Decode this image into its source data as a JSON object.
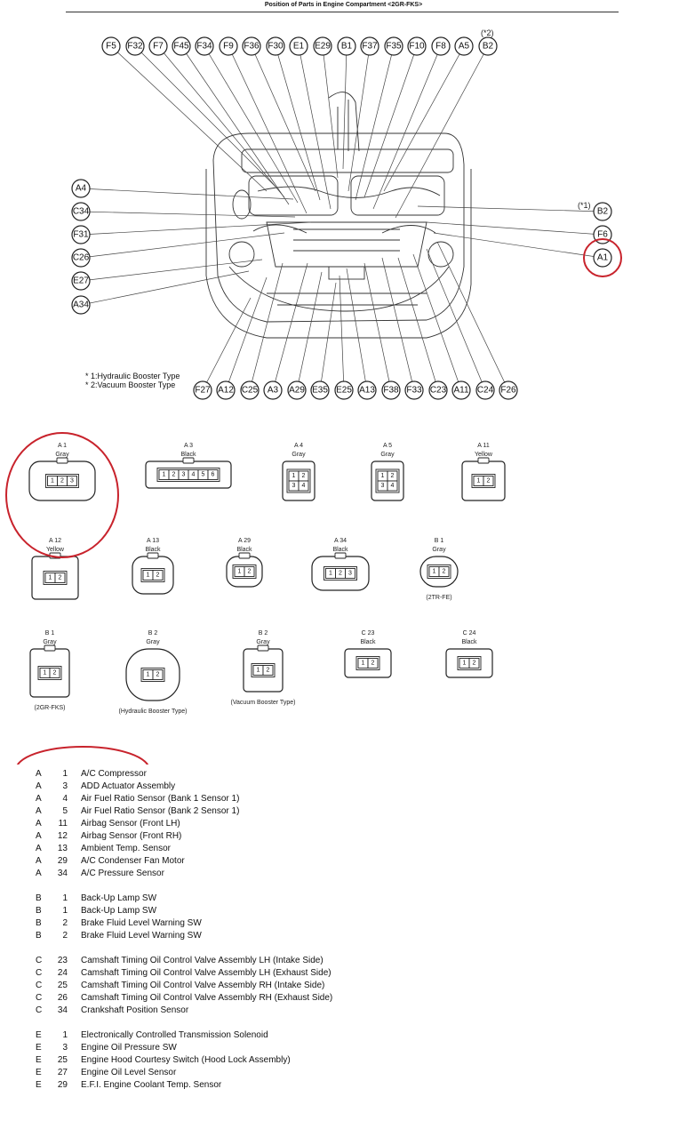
{
  "title": "Position of Parts in Engine Compartment <2GR-FKS>",
  "top_labels": [
    "F5",
    "F32",
    "F7",
    "F45",
    "F34",
    "F9",
    "F36",
    "F30",
    "E1",
    "E29",
    "B1",
    "F37",
    "F35",
    "F10",
    "F8",
    "A5",
    "B2"
  ],
  "top_label_note": "(*2)",
  "left_labels": [
    "A4",
    "C34",
    "F31",
    "C26",
    "E27",
    "A34"
  ],
  "right_labels": [
    "B2",
    "F6",
    "A1"
  ],
  "right_label_note": "(*1)",
  "bottom_labels": [
    "F27",
    "A12",
    "C25",
    "A3",
    "A29",
    "E35",
    "E25",
    "A13",
    "F38",
    "F33",
    "C23",
    "A11",
    "C24",
    "F26"
  ],
  "notes": [
    "* 1:Hydraulic Booster Type",
    "* 2:Vacuum Booster Type"
  ],
  "connectors": [
    {
      "code": "A 1",
      "color": "Gray",
      "pins": [
        "1",
        "2",
        "3"
      ],
      "note": ""
    },
    {
      "code": "A 3",
      "color": "Black",
      "pins": [
        "1",
        "2",
        "3",
        "4",
        "5",
        "6"
      ],
      "note": ""
    },
    {
      "code": "A 4",
      "color": "Gray",
      "pins": [
        "1",
        "2",
        "3",
        "4"
      ],
      "note": ""
    },
    {
      "code": "A 5",
      "color": "Gray",
      "pins": [
        "1",
        "2",
        "3",
        "4"
      ],
      "note": ""
    },
    {
      "code": "A 11",
      "color": "Yellow",
      "pins": [
        "1",
        "2"
      ],
      "note": ""
    },
    {
      "code": "A 12",
      "color": "Yellow",
      "pins": [
        "1",
        "2"
      ],
      "note": ""
    },
    {
      "code": "A 13",
      "color": "Black",
      "pins": [
        "1",
        "2"
      ],
      "note": ""
    },
    {
      "code": "A 29",
      "color": "Black",
      "pins": [
        "1",
        "2"
      ],
      "note": ""
    },
    {
      "code": "A 34",
      "color": "Black",
      "pins": [
        "1",
        "2",
        "3"
      ],
      "note": ""
    },
    {
      "code": "B 1",
      "color": "Gray",
      "pins": [
        "1",
        "2"
      ],
      "note": "(2TR-FE)"
    },
    {
      "code": "B 1",
      "color": "Gray",
      "pins": [
        "1",
        "2"
      ],
      "note": "(2GR-FKS)"
    },
    {
      "code": "B 2",
      "color": "Gray",
      "pins": [
        "1",
        "2"
      ],
      "note": "(Hydraulic Booster Type)"
    },
    {
      "code": "B 2",
      "color": "Gray",
      "pins": [
        "1",
        "2"
      ],
      "note": "(Vacuum Booster Type)"
    },
    {
      "code": "C 23",
      "color": "Black",
      "pins": [
        "1",
        "2"
      ],
      "note": ""
    },
    {
      "code": "C 24",
      "color": "Black",
      "pins": [
        "1",
        "2"
      ],
      "note": ""
    }
  ],
  "legend": [
    [
      {
        "letter": "A",
        "num": "1",
        "name": "A/C Compressor"
      },
      {
        "letter": "A",
        "num": "3",
        "name": "ADD Actuator Assembly"
      },
      {
        "letter": "A",
        "num": "4",
        "name": "Air Fuel Ratio Sensor (Bank 1 Sensor 1)"
      },
      {
        "letter": "A",
        "num": "5",
        "name": "Air Fuel Ratio Sensor (Bank 2 Sensor 1)"
      },
      {
        "letter": "A",
        "num": "11",
        "name": "Airbag Sensor (Front LH)"
      },
      {
        "letter": "A",
        "num": "12",
        "name": "Airbag Sensor (Front RH)"
      },
      {
        "letter": "A",
        "num": "13",
        "name": "Ambient Temp. Sensor"
      },
      {
        "letter": "A",
        "num": "29",
        "name": "A/C Condenser Fan Motor"
      },
      {
        "letter": "A",
        "num": "34",
        "name": "A/C Pressure Sensor"
      }
    ],
    [
      {
        "letter": "B",
        "num": "1",
        "name": "Back-Up Lamp SW"
      },
      {
        "letter": "B",
        "num": "1",
        "name": "Back-Up Lamp SW"
      },
      {
        "letter": "B",
        "num": "2",
        "name": "Brake Fluid Level Warning SW"
      },
      {
        "letter": "B",
        "num": "2",
        "name": "Brake Fluid Level Warning SW"
      }
    ],
    [
      {
        "letter": "C",
        "num": "23",
        "name": "Camshaft Timing Oil Control Valve Assembly LH (Intake Side)"
      },
      {
        "letter": "C",
        "num": "24",
        "name": "Camshaft Timing Oil Control Valve Assembly LH (Exhaust Side)"
      },
      {
        "letter": "C",
        "num": "25",
        "name": "Camshaft Timing Oil Control Valve Assembly RH (Intake Side)"
      },
      {
        "letter": "C",
        "num": "26",
        "name": "Camshaft Timing Oil Control Valve Assembly RH (Exhaust Side)"
      },
      {
        "letter": "C",
        "num": "34",
        "name": "Crankshaft Position Sensor"
      }
    ],
    [
      {
        "letter": "E",
        "num": "1",
        "name": "Electronically Controlled Transmission Solenoid"
      },
      {
        "letter": "E",
        "num": "3",
        "name": "Engine Oil Pressure SW"
      },
      {
        "letter": "E",
        "num": "25",
        "name": "Engine Hood Courtesy Switch (Hood Lock Assembly)"
      },
      {
        "letter": "E",
        "num": "27",
        "name": "Engine Oil Level Sensor"
      },
      {
        "letter": "E",
        "num": "29",
        "name": "E.F.I. Engine Coolant Temp. Sensor"
      }
    ]
  ],
  "highlight_color": "#c8232c"
}
